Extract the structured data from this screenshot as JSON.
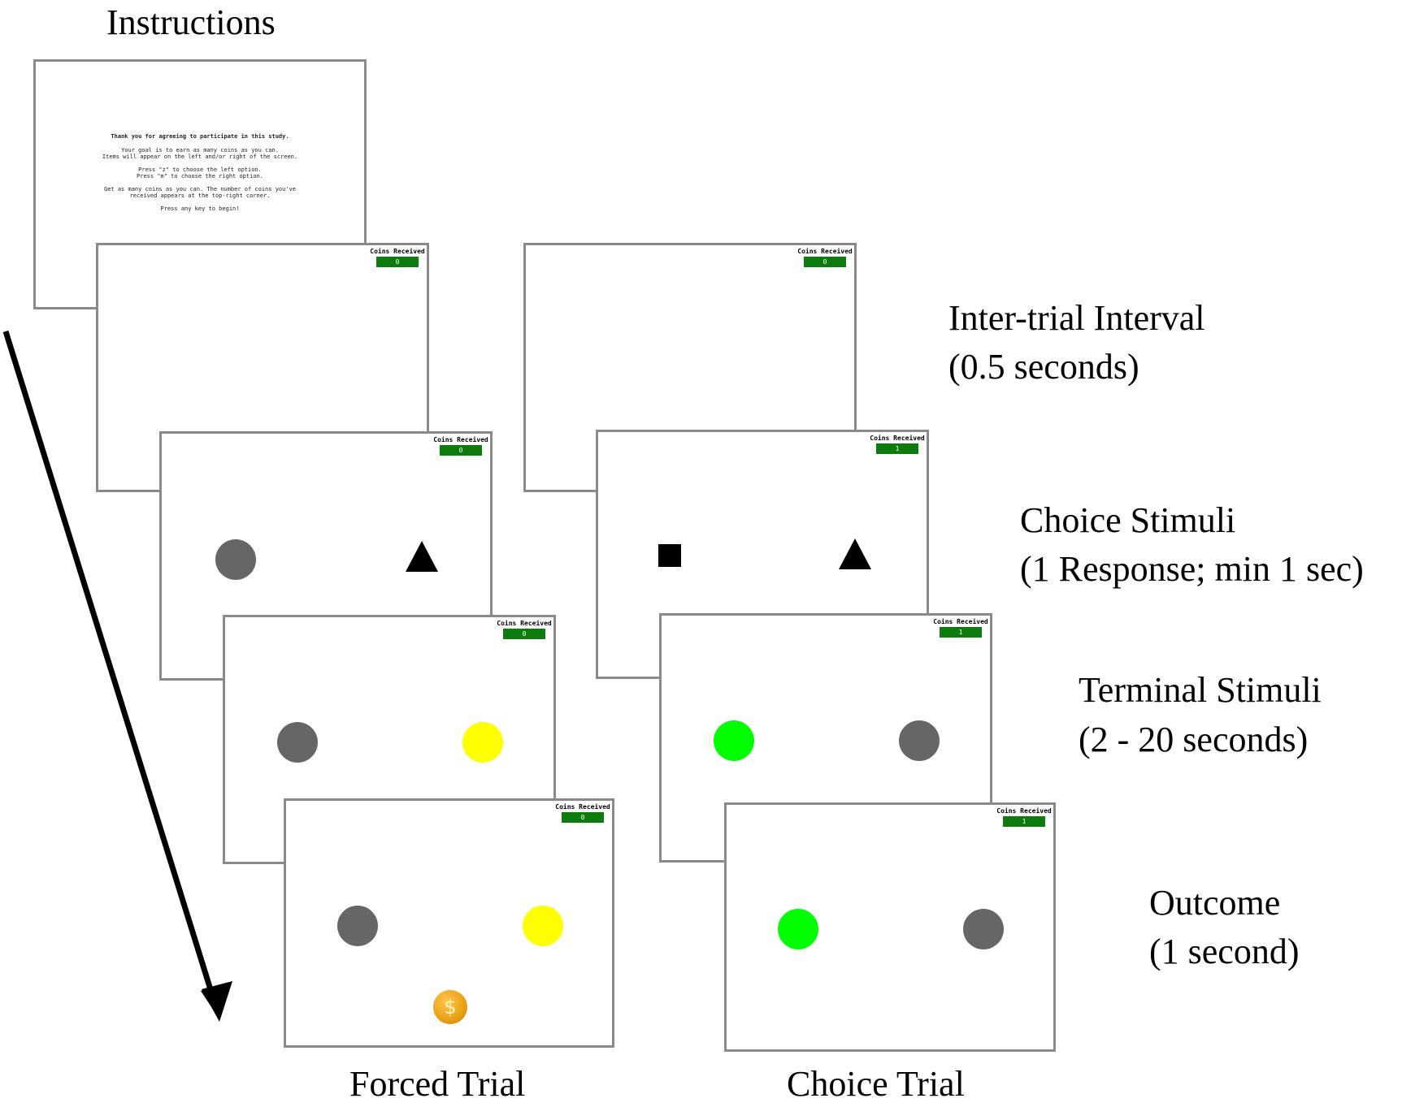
{
  "labels": {
    "instructions": "Instructions",
    "inter_trial_title": "Inter-trial Interval",
    "inter_trial_detail": "(0.5 seconds)",
    "choice_stim_title": "Choice Stimuli",
    "choice_stim_detail": "(1 Response; min 1 sec)",
    "terminal_title": "Terminal Stimuli",
    "terminal_detail": "(2 - 20 seconds)",
    "outcome_title": "Outcome",
    "outcome_detail": "(1 second)",
    "forced_trial": "Forced Trial",
    "choice_trial": "Choice Trial"
  },
  "instructions_screen": {
    "line1": "Thank you for agreeing to participate in this study.",
    "line2": "Your goal is to earn as many coins as you can.",
    "line3": "Items will appear on the left and/or right of the screen.",
    "line4": "Press \"z\" to choose the left option.",
    "line5": "Press \"m\" to choose the right option.",
    "line6": "Get as many coins as you can. The number of coins you've",
    "line7": "received appears at the top-right corner.",
    "line8": "Press any key to begin!"
  },
  "counter_label": "Coins Received",
  "forced": {
    "iti_coins": "0",
    "choice_coins": "0",
    "terminal_coins": "0",
    "outcome_coins": "0"
  },
  "choice": {
    "iti_coins": "0",
    "choice_coins": "1",
    "terminal_coins": "1",
    "outcome_coins": "1"
  },
  "coin_symbol": "$",
  "colors": {
    "gray_stimulus": "#666666",
    "yellow_stimulus": "#ffff00",
    "green_stimulus": "#00ff00",
    "counter_bg": "#0e7b0e",
    "panel_border": "#8a8a8a"
  }
}
